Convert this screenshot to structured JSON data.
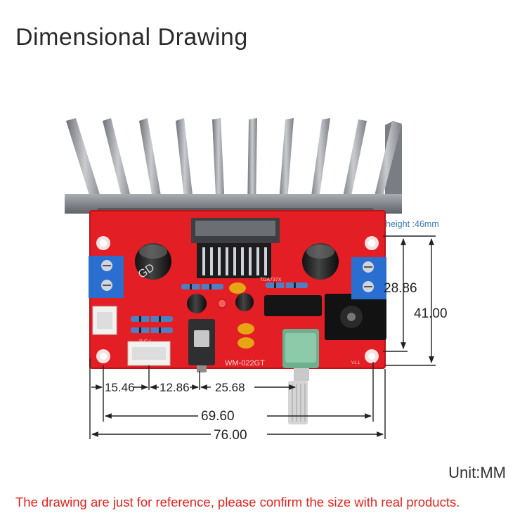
{
  "title": "Dimensional Drawing",
  "height_note": "height :46mm",
  "dimensions": {
    "inner_height": "28.86",
    "outer_height": "41.00",
    "seg1": "15.46",
    "seg2": "12.86",
    "seg3": "25.68",
    "hole_span": "69.60",
    "board_width": "76.00"
  },
  "board": {
    "label": "WM-022GT",
    "chip_label": "TDA737X",
    "version": "V1.1",
    "connector_label": "R G L",
    "capacitor_text": "GD"
  },
  "unit": "Unit:MM",
  "disclaimer": "The drawing are just for reference, please confirm the size with real products.",
  "colors": {
    "pcb": "#e31e24",
    "heatsink": "#8c8f95",
    "terminal": "#2a6fd0",
    "disclaimer": "#e5231d",
    "note": "#3b78b8"
  }
}
